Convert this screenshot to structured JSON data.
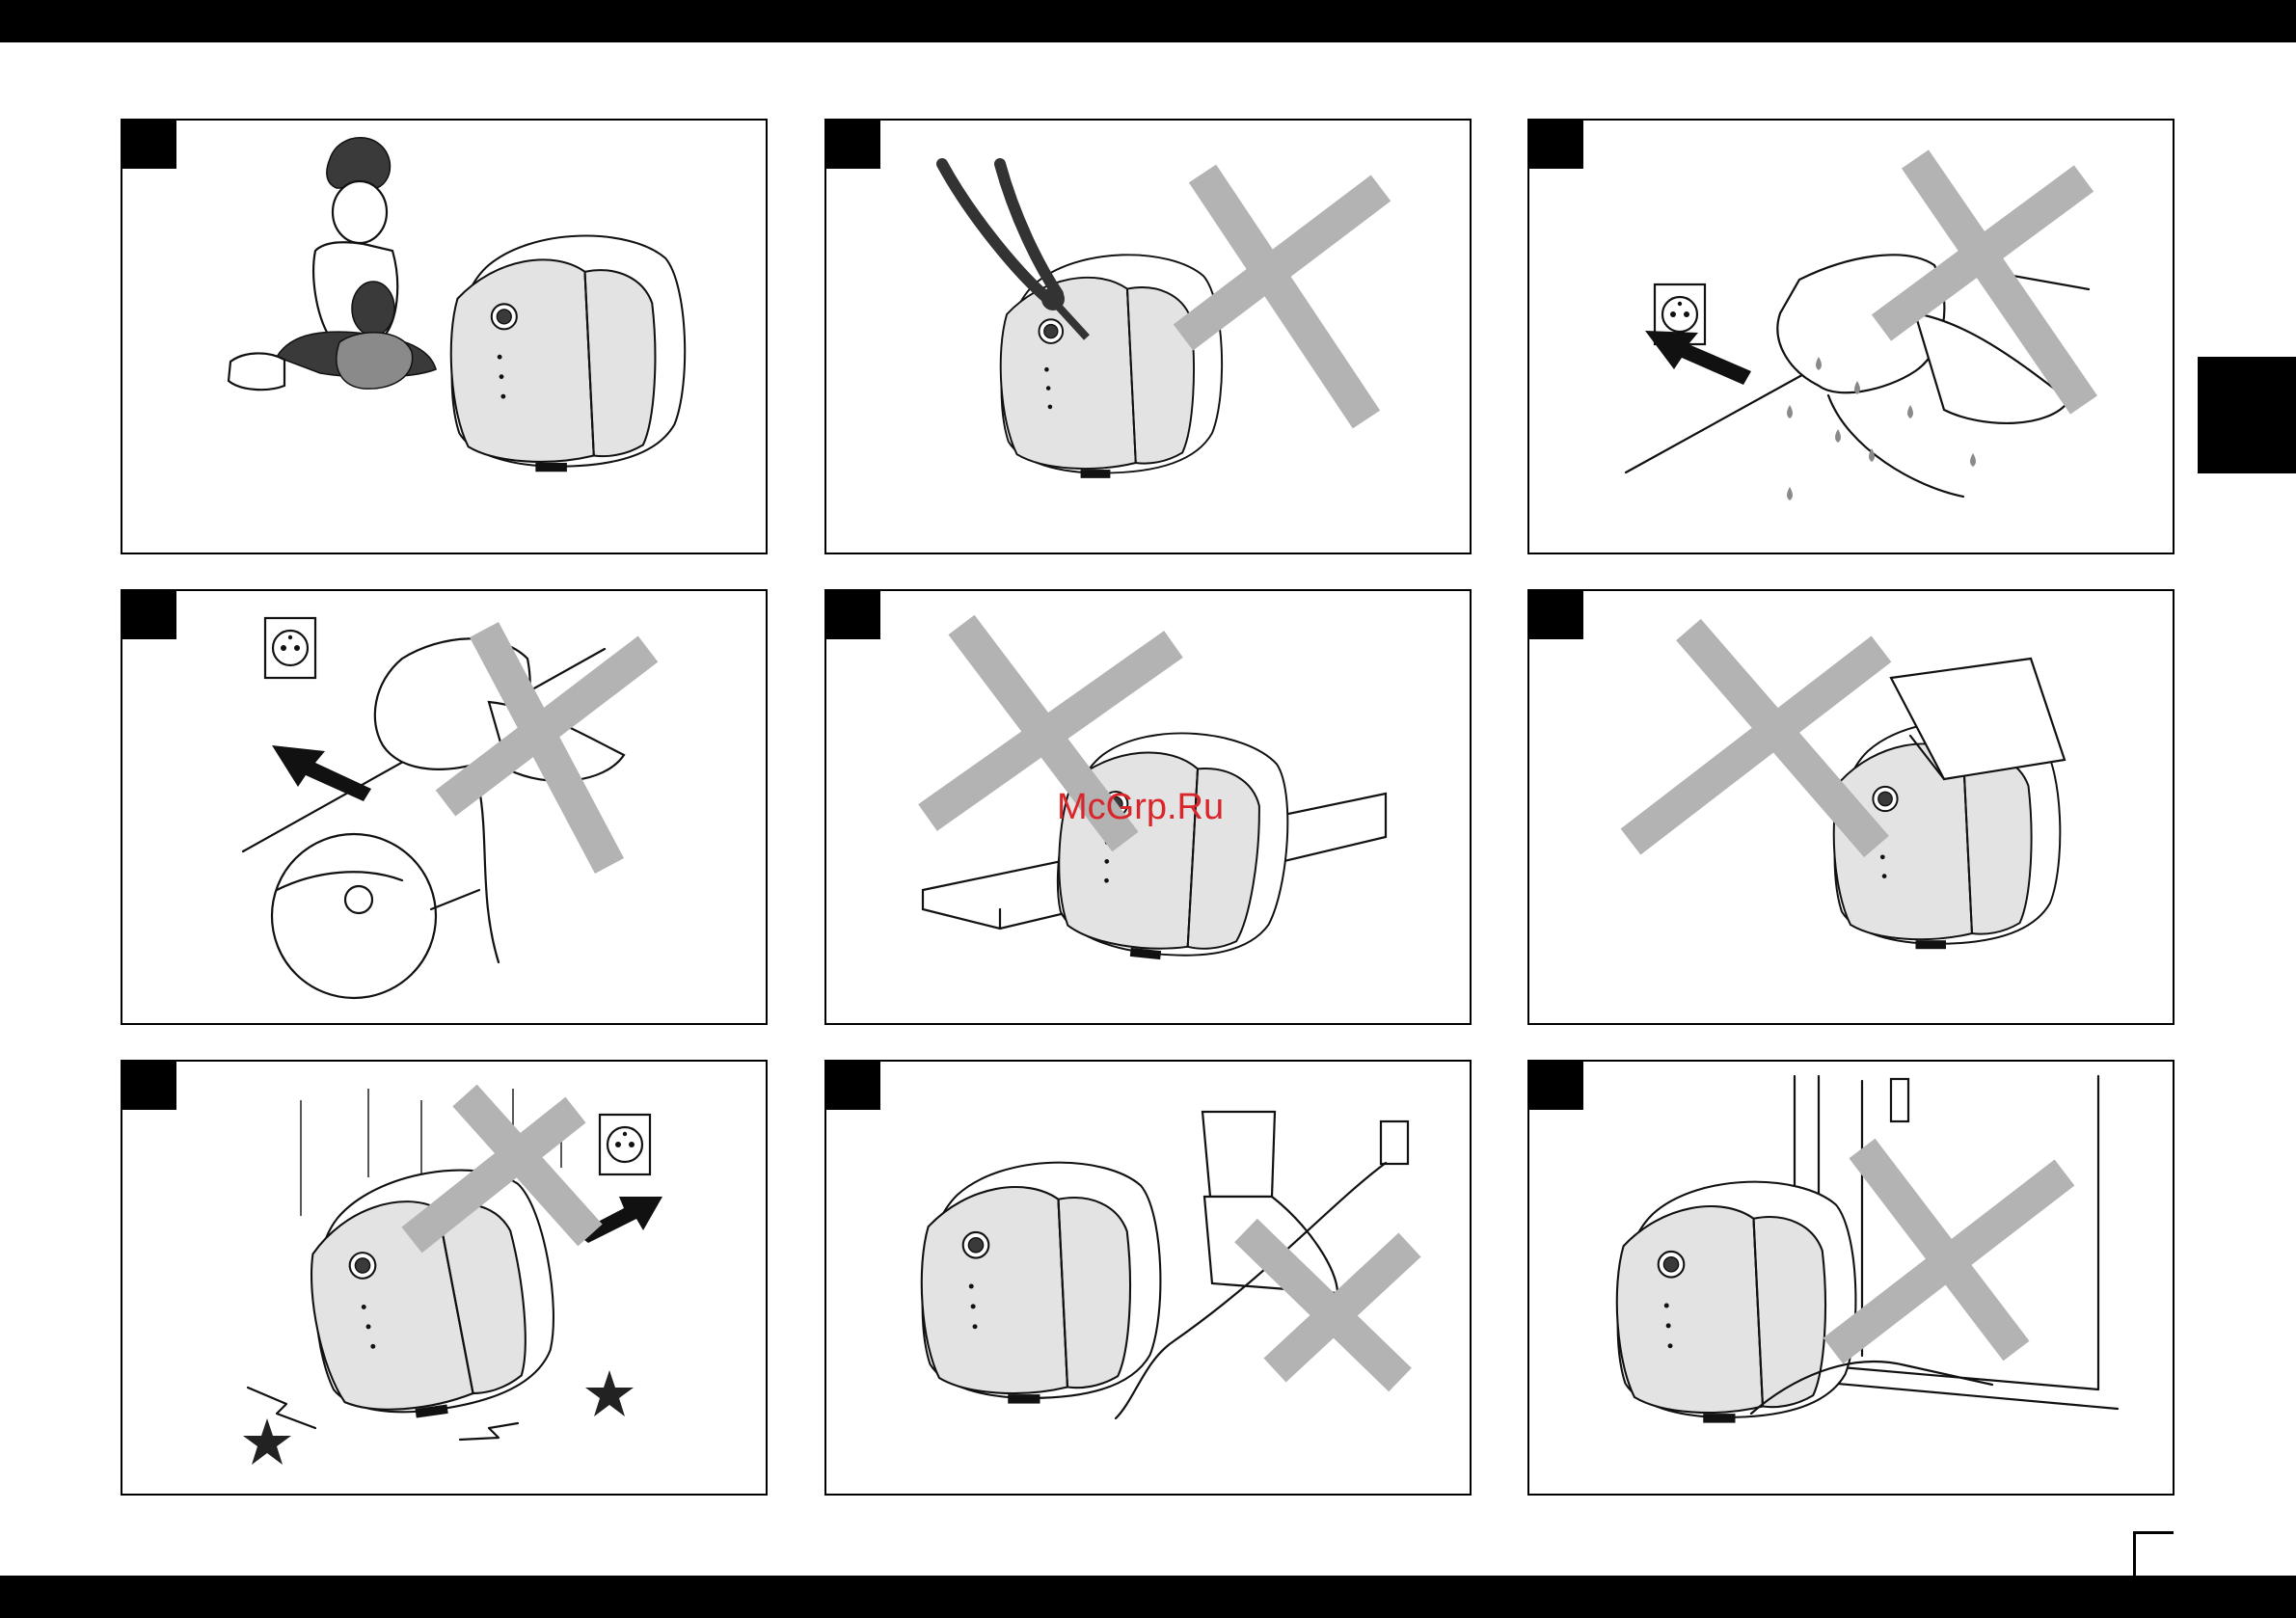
{
  "watermark": {
    "text": "McGrp.Ru",
    "color": "#d9262b"
  },
  "colors": {
    "bars": "#000000",
    "crosses": "#b3b3b3",
    "device_panel": "#e3e3e3"
  },
  "panels": [
    {
      "name": "children-and-pets-near-heater",
      "crossed": false,
      "icon": "child-with-dog-and-heater"
    },
    {
      "name": "do-not-modify-with-pliers",
      "crossed": true,
      "icon": "pliers-on-heater"
    },
    {
      "name": "no-wet-hands-on-plug",
      "crossed": true,
      "icon": "wet-hand-plug"
    },
    {
      "name": "do-not-pull-by-cord",
      "crossed": true,
      "icon": "pull-cord-from-socket"
    },
    {
      "name": "not-at-table-edge",
      "crossed": true,
      "icon": "heater-on-table-edge"
    },
    {
      "name": "do-not-cover",
      "crossed": true,
      "icon": "heater-covered"
    },
    {
      "name": "do-not-drop-when-plugged",
      "crossed": true,
      "icon": "heater-falling"
    },
    {
      "name": "do-not-step-on-cord",
      "crossed": true,
      "icon": "foot-on-cord"
    },
    {
      "name": "cord-not-under-door",
      "crossed": true,
      "icon": "cord-under-door"
    }
  ]
}
